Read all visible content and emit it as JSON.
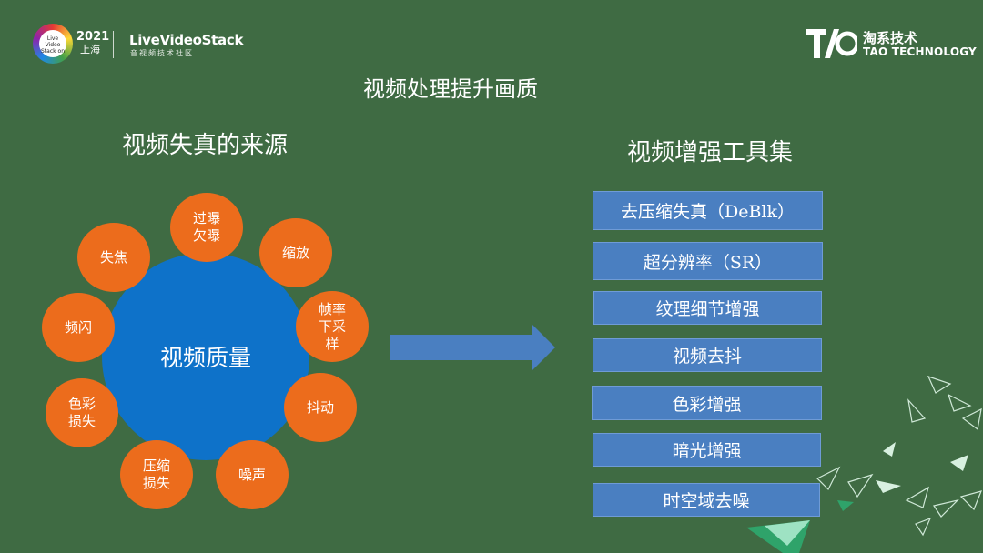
{
  "header": {
    "event_logo_text": "Live Video Stack on",
    "event_year": "2021",
    "event_city": "上海",
    "livevideostack_title": "LiveVideoStack",
    "livevideostack_subtitle": "音视频技术社区",
    "tao_cn": "淘系技术",
    "tao_en": "TAO TECHNOLOGY"
  },
  "slide": {
    "title": "视频处理提升画质",
    "left_heading": "视频失真的来源",
    "right_heading": "视频增强工具集",
    "center_label": "视频质量"
  },
  "causes": [
    {
      "label": "过曝\n欠曝"
    },
    {
      "label": "缩放"
    },
    {
      "label": "帧率\n下采\n样"
    },
    {
      "label": "抖动"
    },
    {
      "label": "噪声"
    },
    {
      "label": "压缩\n损失"
    },
    {
      "label": "色彩\n损失"
    },
    {
      "label": "频闪"
    },
    {
      "label": "失焦"
    }
  ],
  "tools": [
    {
      "label": "去压缩失真（DeBlk）"
    },
    {
      "label": "超分辨率（SR）"
    },
    {
      "label": "纹理细节增强"
    },
    {
      "label": "视频去抖"
    },
    {
      "label": "色彩增强"
    },
    {
      "label": "暗光增强"
    },
    {
      "label": "时空域去噪"
    }
  ],
  "colors": {
    "background": "#3f6b43",
    "center_circle": "#0e72c9",
    "cause_circle": "#ec6c1c",
    "tool_box": "#4a7fc1",
    "arrow": "#4a7fc1"
  }
}
